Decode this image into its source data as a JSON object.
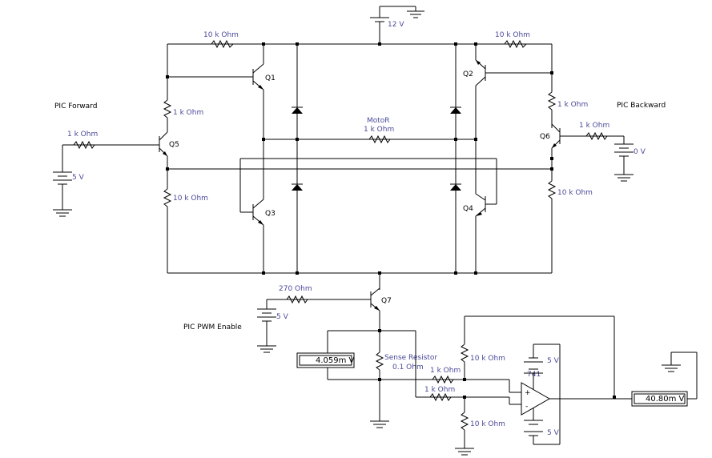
{
  "labels": {
    "supply": "12 V",
    "r_top_left": "10 k Ohm",
    "r_top_right": "10 k Ohm",
    "q1": "Q1",
    "q2": "Q2",
    "q3": "Q3",
    "q4": "Q4",
    "q5": "Q5",
    "q6": "Q6",
    "q7": "Q7",
    "motor_name": "MotoR",
    "motor_value": "1 k Ohm",
    "pic_forward": "PIC Forward",
    "pic_backward": "PIC Backward",
    "pic_pwm": "PIC PWM Enable",
    "r_fwd_input": "1 k Ohm",
    "r_fwd_mid": "1 k Ohm",
    "r_fwd_bottom": "10 k Ohm",
    "r_bwd_input": "1 k Ohm",
    "r_bwd_mid": "1 k Ohm",
    "r_bwd_bottom": "10 k Ohm",
    "src_fwd": "5 V",
    "src_bwd": "0 V",
    "src_pwm": "5 V",
    "r_pwm": "270  Ohm",
    "sense_name": "Sense Resistor",
    "sense_value": "0.1  Ohm",
    "r_amp_in1": "1 k Ohm",
    "r_amp_in2": "1 k Ohm",
    "r_amp_fb": "10 k Ohm",
    "r_amp_gnd": "10 k Ohm",
    "opamp_name": "741",
    "opamp_vpos": "5 V",
    "opamp_vneg": "5 V",
    "opamp_plus": "+",
    "opamp_minus": "-"
  },
  "meters": {
    "sense_voltage": "4.059m V",
    "output_voltage": "40.80m V"
  }
}
